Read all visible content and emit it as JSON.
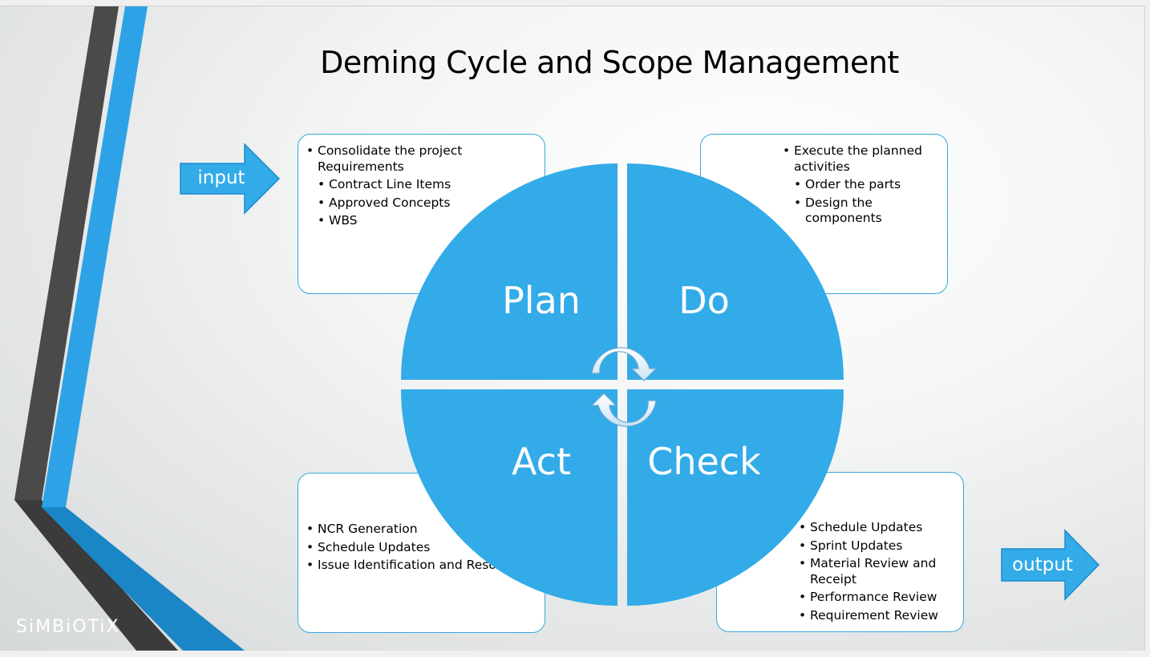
{
  "title": "Deming Cycle and Scope Management",
  "colors": {
    "accent": "#32abe8",
    "box_border": "#34a8e0",
    "stripe_dark": "#4a4a4a",
    "stripe_blue": "#2ea2e6"
  },
  "logo": "SiMBiOTiX",
  "input_arrow": {
    "label": "input"
  },
  "output_arrow": {
    "label": "output"
  },
  "quadrants": {
    "plan": "Plan",
    "do": "Do",
    "act": "Act",
    "check": "Check"
  },
  "boxes": {
    "plan": [
      {
        "text": "Consolidate the project Requirements",
        "level": 1
      },
      {
        "text": "Contract Line Items",
        "level": 2
      },
      {
        "text": "Approved Concepts",
        "level": 2
      },
      {
        "text": "WBS",
        "level": 2
      }
    ],
    "do": [
      {
        "text": "Execute the planned activities",
        "level": 1
      },
      {
        "text": "Order the parts",
        "level": 2
      },
      {
        "text": "Design the components",
        "level": 2
      }
    ],
    "act": [
      {
        "text": "NCR Generation",
        "level": 1
      },
      {
        "text": "Schedule Updates",
        "level": 1
      },
      {
        "text": "Issue Identification and Resolution",
        "level": 1
      }
    ],
    "check": [
      {
        "text": "Schedule Updates",
        "level": 1
      },
      {
        "text": "Sprint Updates",
        "level": 1
      },
      {
        "text": "Material Review and Receipt",
        "level": 1
      },
      {
        "text": "Performance  Review",
        "level": 1
      },
      {
        "text": "Requirement Review",
        "level": 1
      }
    ]
  }
}
